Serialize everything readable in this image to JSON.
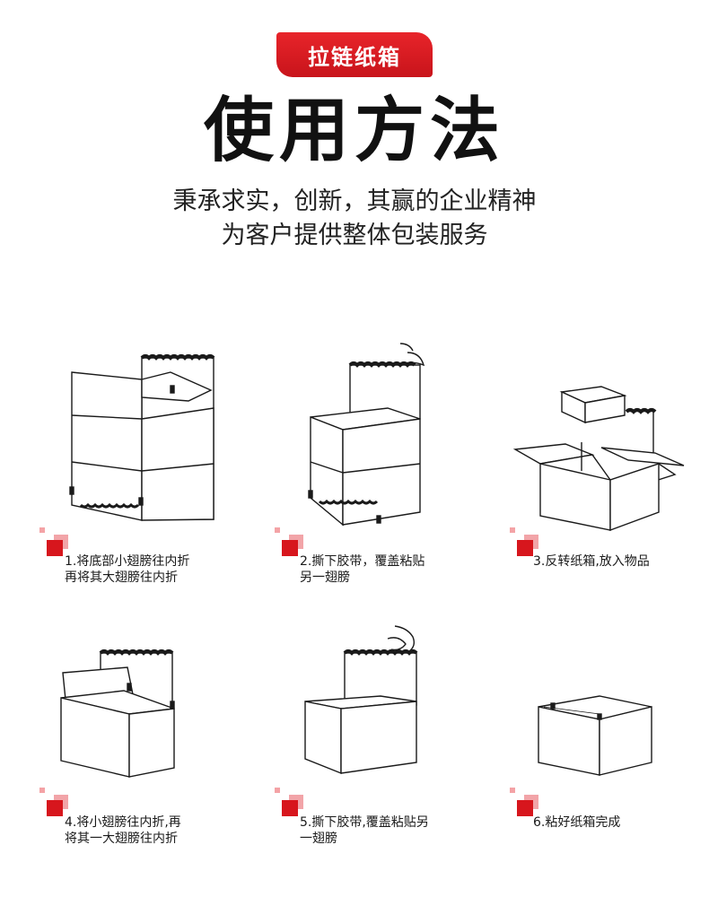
{
  "header": {
    "badge": "拉链纸箱",
    "title": "使用方法",
    "subtitle_line1": "秉承求实，创新，其赢的企业精神",
    "subtitle_line2": "为客户提供整体包装服务"
  },
  "steps": [
    {
      "line1": "1.将底部小翅膀往内折",
      "line2": "再将其大翅膀往内折"
    },
    {
      "line1": "2.撕下胶带，覆盖粘贴",
      "line2": "另一翅膀"
    },
    {
      "line1": "3.反转纸箱,放入物品",
      "line2": ""
    },
    {
      "line1": "4.将小翅膀往内折,再",
      "line2": "将其一大翅膀往内折"
    },
    {
      "line1": "5.撕下胶带,覆盖粘贴另",
      "line2": "一翅膀"
    },
    {
      "line1": "6.粘好纸箱完成",
      "line2": ""
    }
  ],
  "colors": {
    "accent": "#d7161d",
    "accent_light": "#f2a4a8"
  }
}
